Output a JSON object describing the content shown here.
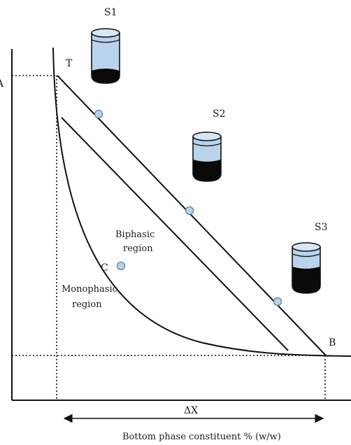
{
  "points": {
    "T": "T",
    "B": "B",
    "C": "C"
  },
  "systems": {
    "s1": "S1",
    "s2": "S2",
    "s3": "S3"
  },
  "regions": {
    "biphasic_line1": "Biphasic",
    "biphasic_line2": "region",
    "monophasic_line1": "Monophasic",
    "monophasic_line2": "region"
  },
  "axes": {
    "y_partial": "A",
    "delta_x": "ΔX",
    "x_label": "Bottom phase constituent % (w/w)"
  },
  "colors": {
    "vial_top_phase": "#b9d3ec",
    "vial_bottom_phase": "#0a0a0a",
    "point_fill": "#b8d2ea"
  }
}
